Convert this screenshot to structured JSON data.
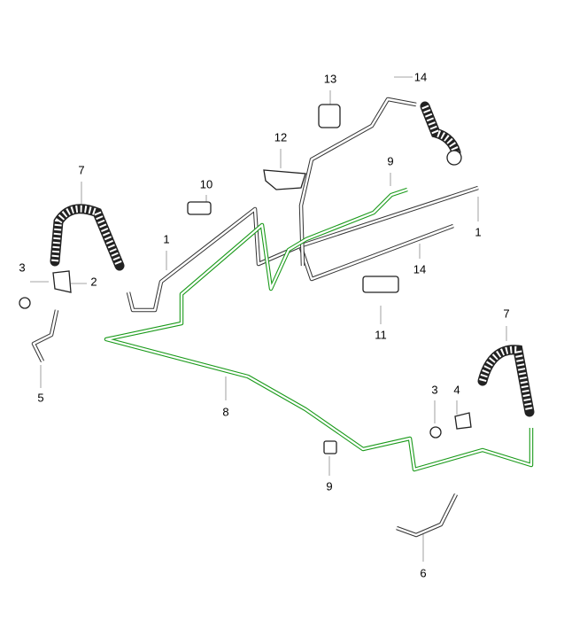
{
  "diagram": {
    "title": "Brake line parts diagram",
    "labels": [
      "7",
      "3",
      "2",
      "5",
      "1",
      "10",
      "12",
      "13",
      "14",
      "9",
      "1",
      "14",
      "11",
      "8",
      "9",
      "3",
      "4",
      "7",
      "6"
    ],
    "highlight_color": "#1a9a1a"
  }
}
